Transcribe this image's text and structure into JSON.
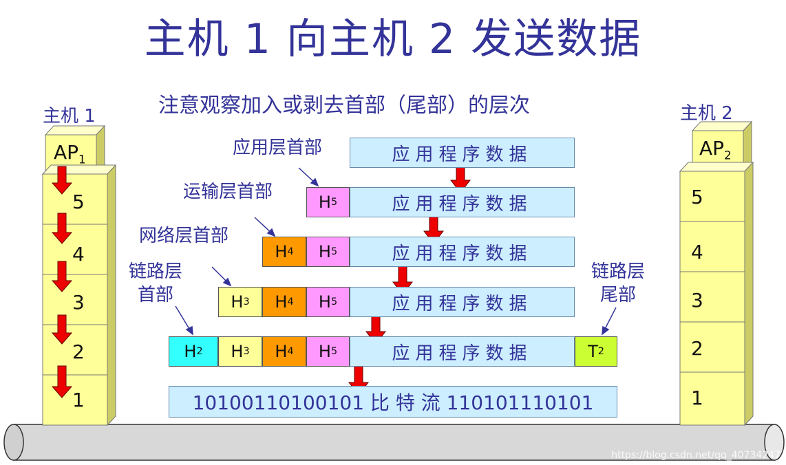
{
  "title": "主机 1 向主机 2 发送数据",
  "subtitle": "注意观察加入或剥去首部（尾部）的层次",
  "host1": {
    "label": "主机 1",
    "ap": "AP",
    "ap_sub": "1",
    "layers": [
      "5",
      "4",
      "3",
      "2",
      "1"
    ]
  },
  "host2": {
    "label": "主机 2",
    "ap": "AP",
    "ap_sub": "2",
    "layers": [
      "5",
      "4",
      "3",
      "2",
      "1"
    ]
  },
  "labels": {
    "app_header": "应用层首部",
    "transport_header": "运输层首部",
    "network_header": "网络层首部",
    "link_header_l1": "链路层",
    "link_header_l2": "首部",
    "link_trailer_l1": "链路层",
    "link_trailer_l2": "尾部"
  },
  "data_text": "应用程序数据",
  "headers": {
    "h5": "H",
    "h5_sub": "5",
    "h4": "H",
    "h4_sub": "4",
    "h3": "H",
    "h3_sub": "3",
    "h2": "H",
    "h2_sub": "2",
    "t2": "T",
    "t2_sub": "2"
  },
  "bitstream": "10100110100101 比 特 流 110101110101",
  "watermark": "https://blog.csdn.net/qq_40734247",
  "colors": {
    "title": "#333399",
    "data": "#cceeff",
    "h5": "#ff99ff",
    "h4": "#ff9900",
    "h3": "#ffff99",
    "h2": "#33ffff",
    "t2": "#ccff33",
    "host": "#ffff99",
    "arrow": "#ee0000"
  }
}
